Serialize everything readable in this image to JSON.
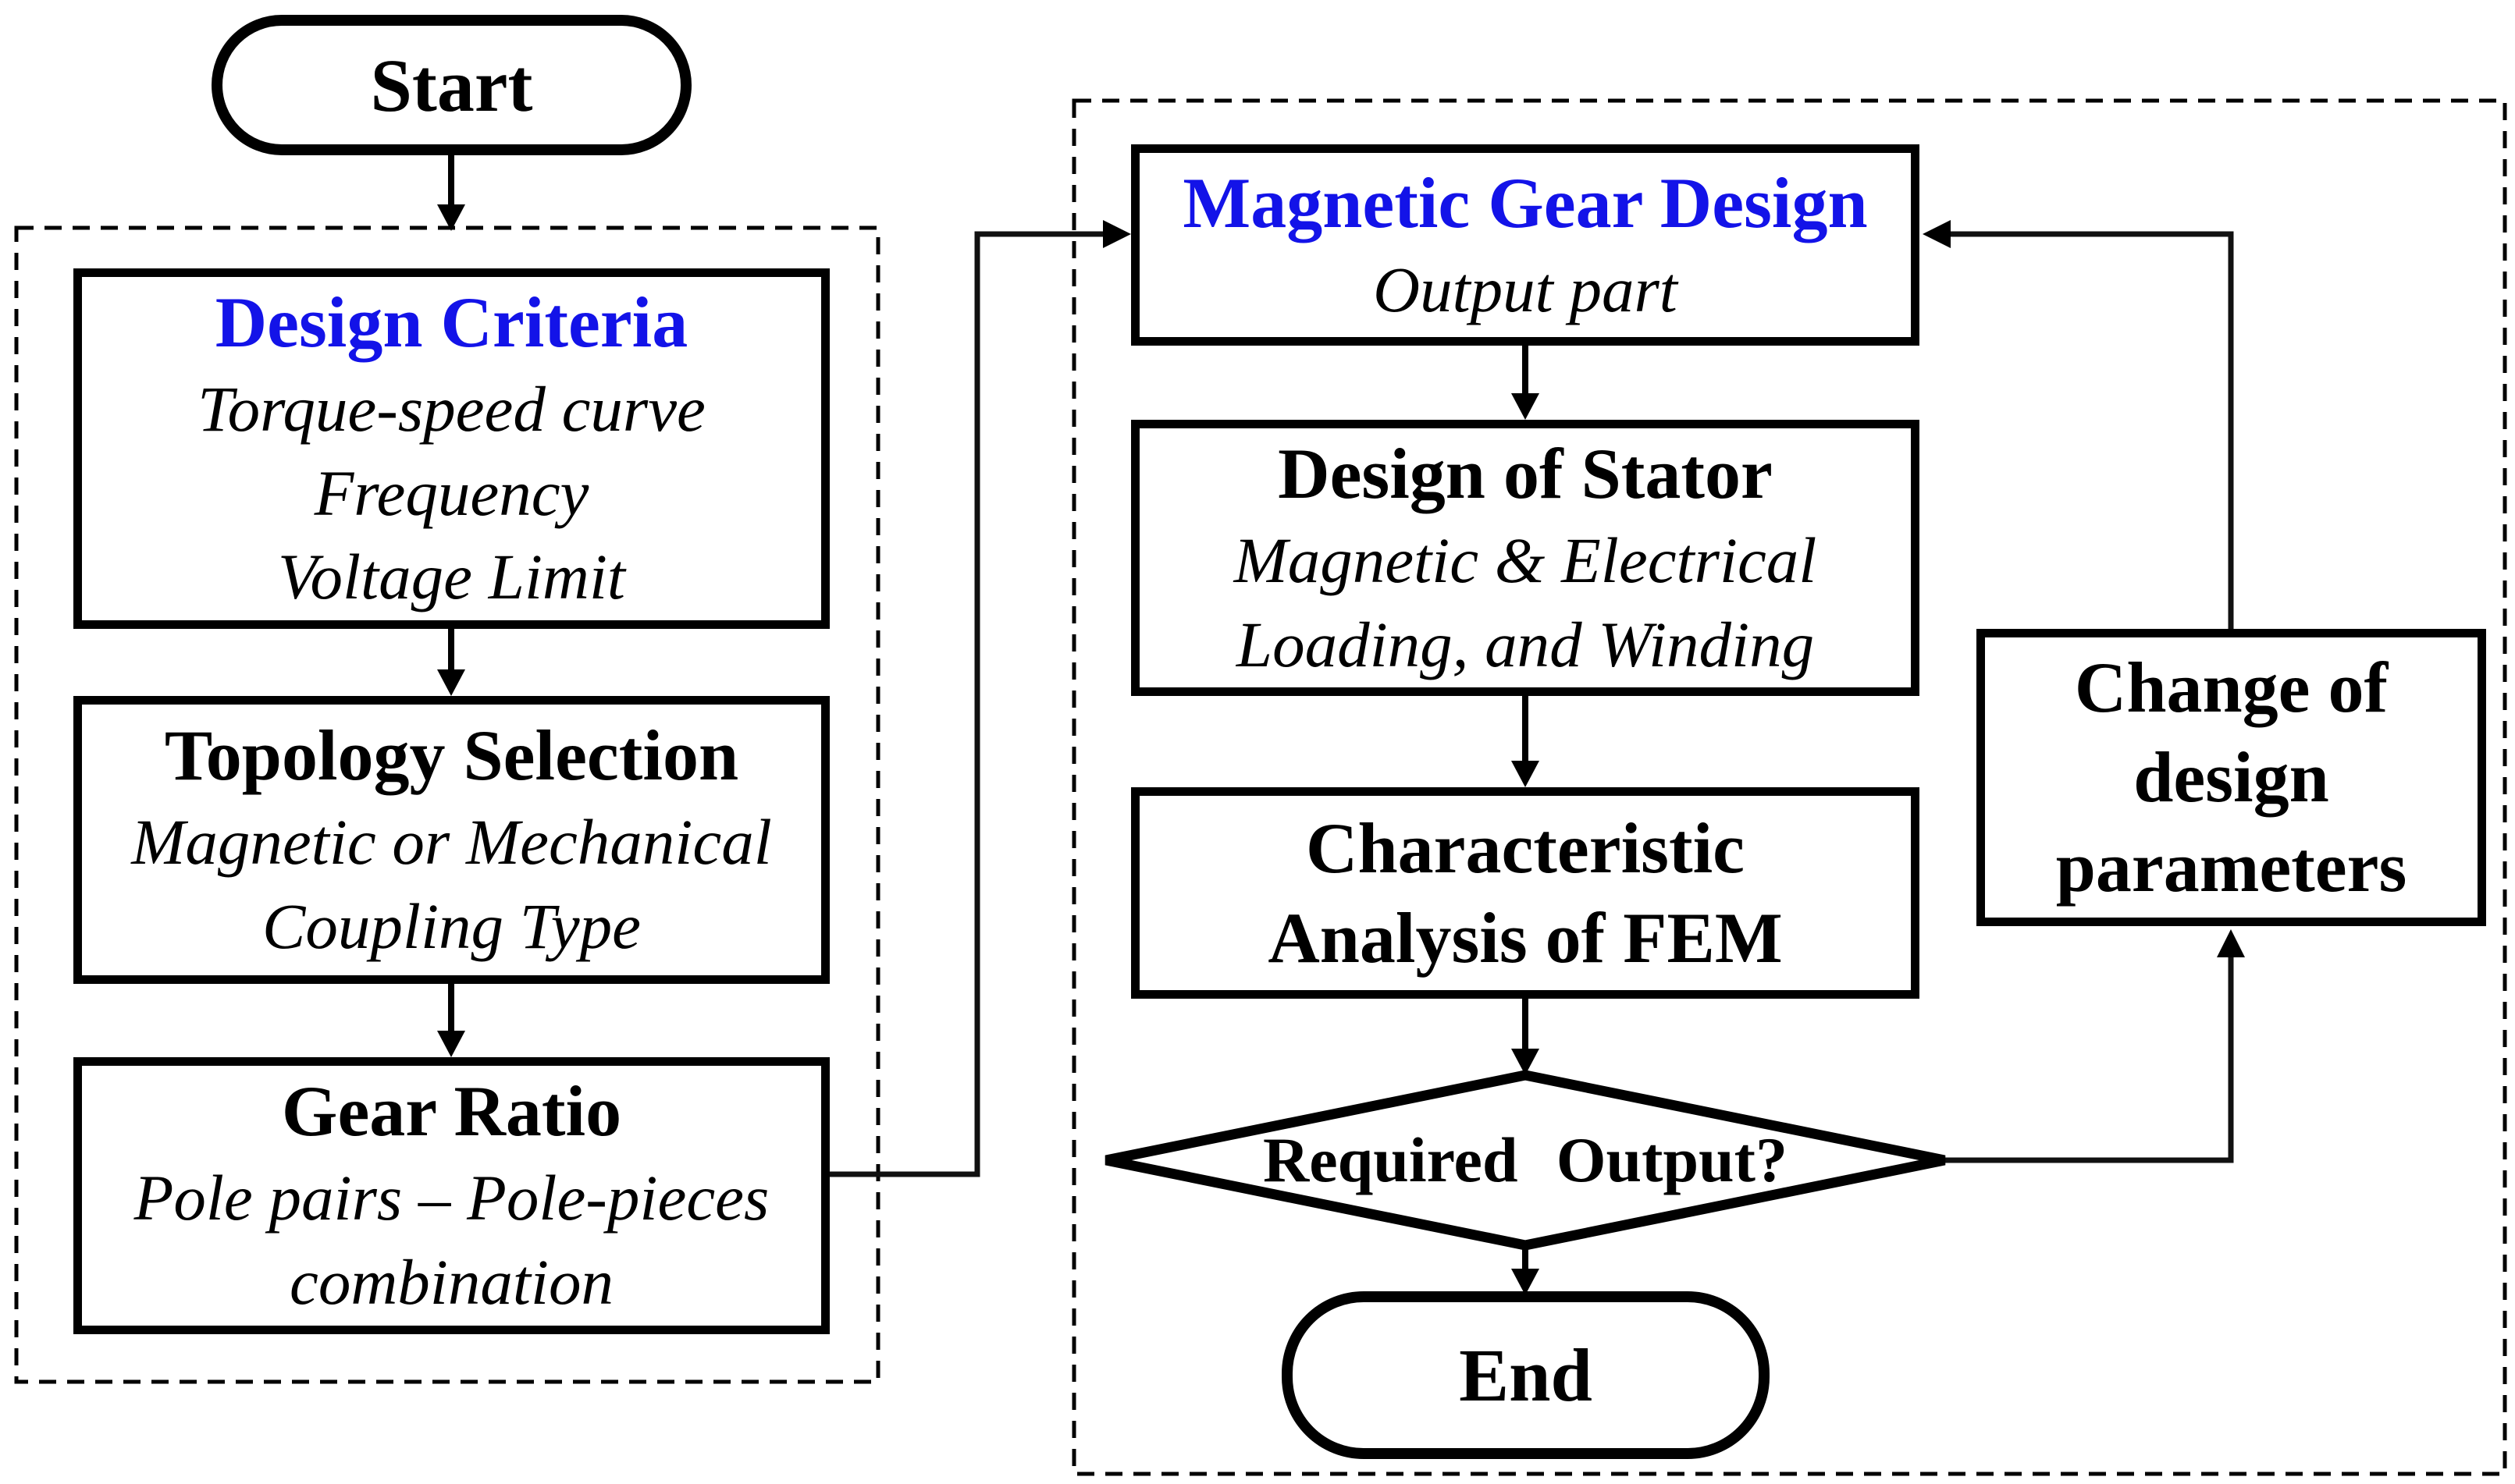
{
  "colors": {
    "accent_blue": "#1313e8",
    "line_black": "#000000"
  },
  "flowchart": {
    "start": {
      "label": "Start"
    },
    "design_criteria": {
      "title": "Design Criteria",
      "lines": [
        "Torque-speed curve",
        "Frequency",
        "Voltage Limit"
      ]
    },
    "topology_selection": {
      "title": "Topology Selection",
      "lines": [
        "Magnetic or Mechanical",
        "Coupling Type"
      ]
    },
    "gear_ratio": {
      "title": "Gear Ratio",
      "lines": [
        "Pole pairs – Pole-pieces",
        "combination"
      ]
    },
    "magnetic_gear_design": {
      "title": "Magnetic Gear Design",
      "lines": [
        "Output part"
      ]
    },
    "design_of_stator": {
      "title": "Design of Stator",
      "lines": [
        "Magnetic & Electrical",
        "Loading, and Winding"
      ]
    },
    "characteristic_analysis": {
      "title_lines": [
        "Characteristic",
        "Analysis of FEM"
      ]
    },
    "decision": {
      "label": "Required Output?"
    },
    "end": {
      "label": "End"
    },
    "change_of_parameters": {
      "title_lines": [
        "Change of",
        "design",
        "parameters"
      ]
    }
  }
}
